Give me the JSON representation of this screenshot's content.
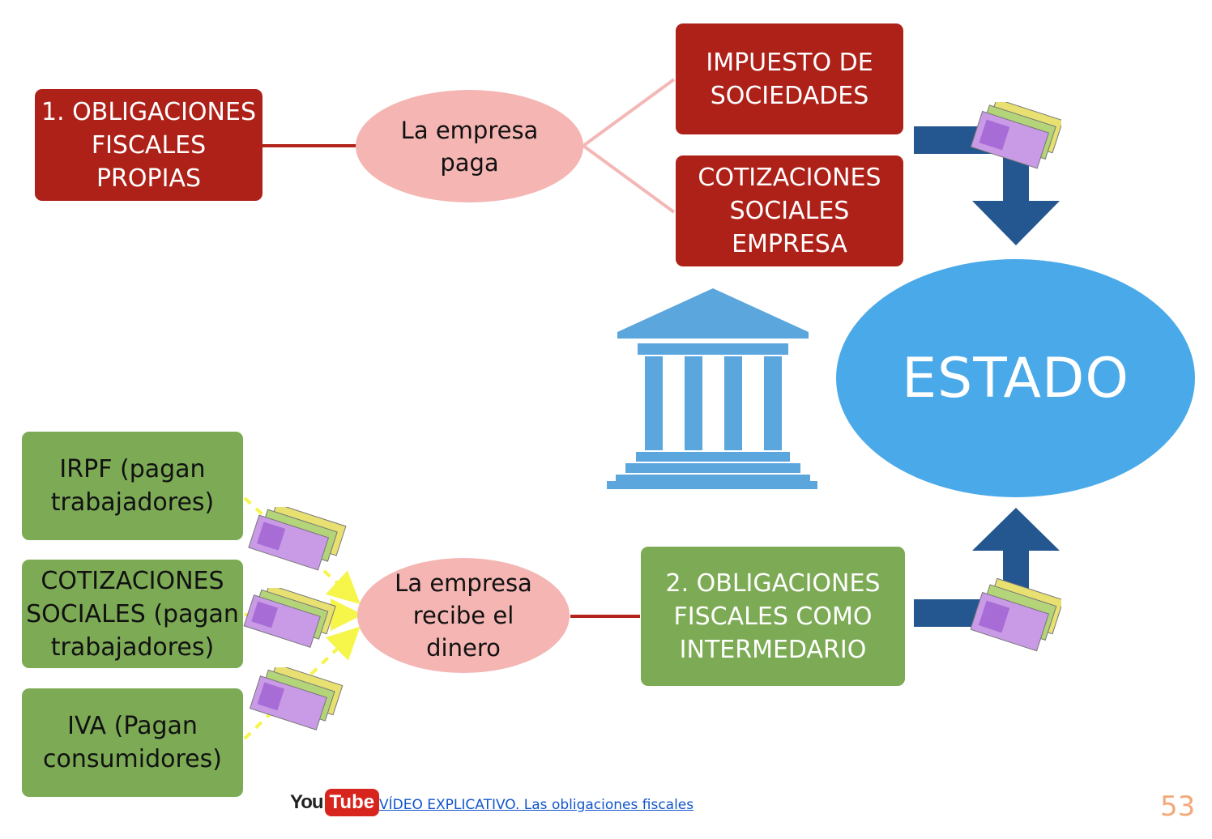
{
  "top": {
    "source_box": "1. OBLIGACIONES\nFISCALES\nPROPIAS",
    "ellipse": "La empresa\npaga",
    "target_1": "IMPUESTO DE\nSOCIEDADES",
    "target_2": "COTIZACIONES\nSOCIALES\nEMPRESA"
  },
  "center": {
    "estado": "ESTADO",
    "icon": "government-building-icon"
  },
  "bottom": {
    "sources": [
      "IRPF (pagan\ntrabajadores)",
      "COTIZACIONES\nSOCIALES (pagan\ntrabajadores)",
      "IVA (Pagan\nconsumidores)"
    ],
    "ellipse": "La empresa\nrecibe el\ndinero",
    "box": "2. OBLIGACIONES\nFISCALES COMO\nINTERMEDARIO"
  },
  "footer": {
    "youtube_you": "You",
    "youtube_tube": "Tube",
    "link": "VÍDEO EXPLICATIVO. Las obligaciones fiscales",
    "page_number": "53"
  },
  "colors": {
    "red_box": "#ae2119",
    "green_box": "#7dab55",
    "ellipse": "#f4b5b3",
    "estado": "#4aa9e9",
    "arrow": "#24578f",
    "building": "#5aa6dd",
    "connector_dark": "#b4241b",
    "connector_light": "#f3b8b6",
    "yellow_arrow": "#f5f54a"
  },
  "notes_icon": "euro-banknotes-icon"
}
